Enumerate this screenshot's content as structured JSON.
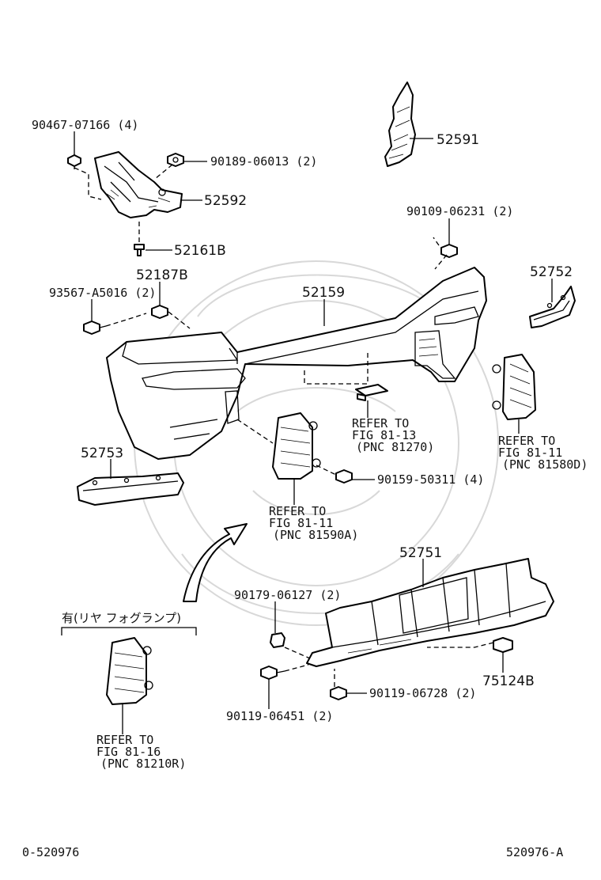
{
  "callouts": {
    "c1": "90467-07166 (4)",
    "c2": "90189-06013 (2)",
    "c3": "52592",
    "c4": "52161B",
    "c5": "52591",
    "c6": "90109-06231 (2)",
    "c7": "52187B",
    "c8": "93567-A5016 (2)",
    "c9": "52159",
    "c10": "52752",
    "c11": "52753",
    "c12": "90159-50311 (4)",
    "c13": "52751",
    "c14": "90179-06127 (2)",
    "c15": "75124B",
    "c16": "90119-06728 (2)",
    "c17": "90119-06451 (2)"
  },
  "refs": {
    "r1": [
      "REFER TO",
      "FIG 81-13",
      "(PNC 81270)"
    ],
    "r2": [
      "REFER TO",
      "FIG 81-11",
      "(PNC 81580D)"
    ],
    "r3": [
      "REFER TO",
      "FIG 81-11",
      "(PNC 81590A)"
    ],
    "r4": [
      "REFER TO",
      "FIG 81-16",
      "(PNC 81210R)"
    ]
  },
  "option_label": "有(リヤ フォグランプ)",
  "footer": {
    "left": "0-520976",
    "right": "520976-A"
  }
}
